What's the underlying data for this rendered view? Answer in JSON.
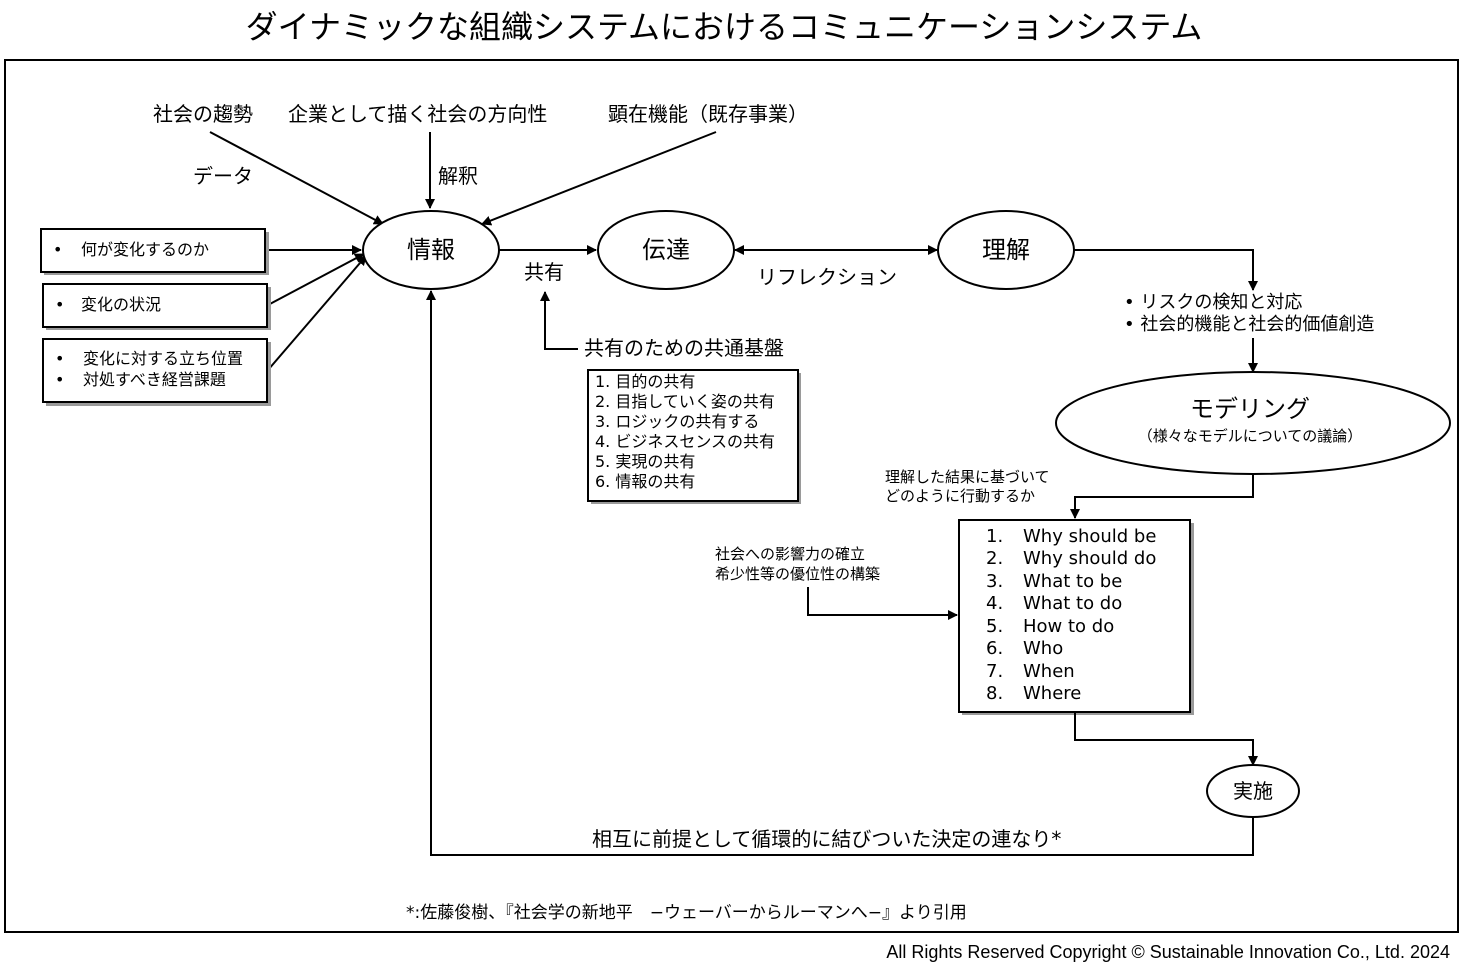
{
  "title": "ダイナミックな組織システムにおけるコミュニケーションシステム",
  "top_labels": {
    "trend": "社会の趨勢",
    "direction": "企業として描く社会の方向性",
    "existing": "顕在機能（既存事業）"
  },
  "arrow_labels": {
    "data": "データ",
    "interpretation": "解釈",
    "share": "共有",
    "reflection": "リフレクション"
  },
  "nodes": {
    "information": "情報",
    "transmission": "伝達",
    "understanding": "理解",
    "modeling": "モデリング",
    "modeling_sub": "（様々なモデルについての議論）",
    "implementation": "実施"
  },
  "left_boxes": [
    {
      "items": [
        "何が変化するのか"
      ]
    },
    {
      "items": [
        "変化の状況"
      ]
    },
    {
      "items": [
        "変化に対する立ち位置",
        "対処すべき経営課題"
      ]
    }
  ],
  "bullet": "•",
  "risk_items": [
    "• リスクの検知と対応",
    "• 社会的機能と社会的価値創造"
  ],
  "common_base": {
    "heading": "共有のための共通基盤",
    "items": [
      "1.  目的の共有",
      "2.  目指していく姿の共有",
      "3.  ロジックの共有する",
      "4.  ビジネスセンスの共有",
      "5.  実現の共有",
      "6.  情報の共有"
    ]
  },
  "action_note": [
    "理解した結果に基づいて",
    "どのように行動するか"
  ],
  "influence_note": [
    "社会への影響力の確立",
    "希少性等の優位性の構築"
  ],
  "w_list": [
    {
      "num": "1.",
      "text": "Why should be"
    },
    {
      "num": "2.",
      "text": "Why should do"
    },
    {
      "num": "3.",
      "text": "What to be"
    },
    {
      "num": "4.",
      "text": "What to do"
    },
    {
      "num": "5.",
      "text": "How to do"
    },
    {
      "num": "6.",
      "text": "Who"
    },
    {
      "num": "7.",
      "text": "When"
    },
    {
      "num": "8.",
      "text": "Where"
    }
  ],
  "loop_label": "相互に前提として循環的に結びついた決定の連なり*",
  "citation": "*:佐藤俊樹、『社会学の新地平　−ウェーバーからルーマンへ−』より引用",
  "copyright": "All Rights Reserved Copyright © Sustainable Innovation Co., Ltd. 2024"
}
